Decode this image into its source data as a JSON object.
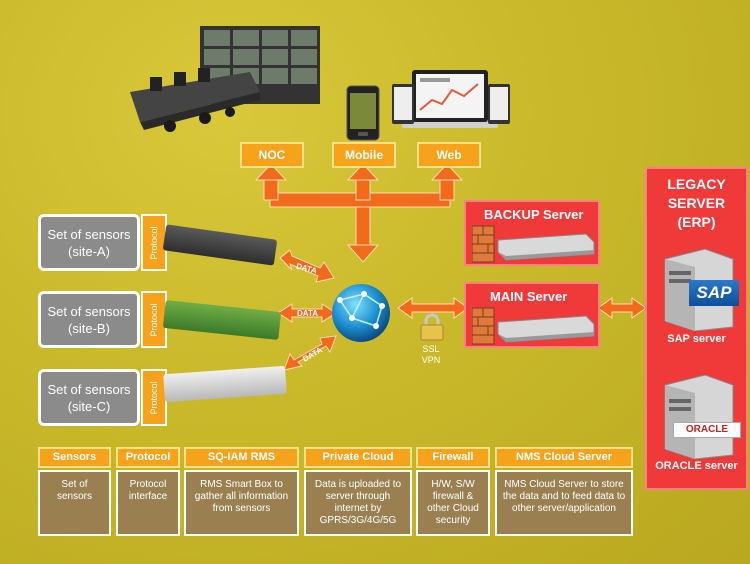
{
  "top_labels": {
    "noc": "NOC",
    "mobile": "Mobile",
    "web": "Web"
  },
  "sensors": [
    {
      "line1": "Set of sensors",
      "line2": "(site-A)"
    },
    {
      "line1": "Set of sensors",
      "line2": "(site-B)"
    },
    {
      "line1": "Set of sensors",
      "line2": "(site-C)"
    }
  ],
  "protocol_tab": "Protocol",
  "data_tag": "DATA",
  "ssl_vpn": {
    "line1": "SSL",
    "line2": "VPN"
  },
  "backup_server": "BACKUP Server",
  "main_server": "MAIN Server",
  "legacy": {
    "line1": "LEGACY",
    "line2": "SERVER",
    "line3": "(ERP)"
  },
  "sap": {
    "logo": "SAP",
    "label": "SAP server"
  },
  "oracle": {
    "logo": "ORACLE",
    "label": "ORACLE server"
  },
  "legend": [
    {
      "head": "Sensors",
      "body": "Set of sensors"
    },
    {
      "head": "Protocol",
      "body": "Protocol interface"
    },
    {
      "head": "SQ-IAM RMS",
      "body": "RMS Smart Box to gather all information from sensors"
    },
    {
      "head": "Private Cloud",
      "body": "Data is uploaded to server through internet by GPRS/3G/4G/5G"
    },
    {
      "head": "Firewall",
      "body": "H/W, S/W firewall & other Cloud security"
    },
    {
      "head": "NMS Cloud Server",
      "body": "NMS Cloud Server to store the data and to feed data to other server/application"
    }
  ],
  "colors": {
    "accent": "#f7a21b",
    "server_red": "#f03a3a",
    "background": "#c9b92a",
    "sensor_gray": "#8b8b8b"
  }
}
